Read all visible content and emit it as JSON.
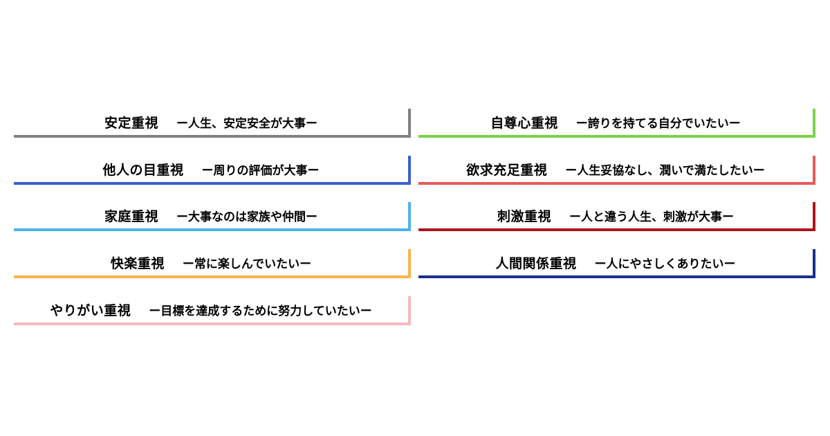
{
  "cards": [
    {
      "title": "安定重視",
      "desc": "ー人生、安定安全が大事ー",
      "color": "#808080"
    },
    {
      "title": "自尊心重視",
      "desc": "ー誇りを持てる自分でいたいー",
      "color": "#7cd14a"
    },
    {
      "title": "他人の目重視",
      "desc": "ー周りの評価が大事ー",
      "color": "#3a5fcf"
    },
    {
      "title": "欲求充足重視",
      "desc": "ー人生妥協なし、潤いで満たしたいー",
      "color": "#e85a5a"
    },
    {
      "title": "家庭重視",
      "desc": "ー大事なのは家族や仲間ー",
      "color": "#4ab4e8"
    },
    {
      "title": "刺激重視",
      "desc": "ー人と違う人生、刺激が大事ー",
      "color": "#b0141c"
    },
    {
      "title": "快楽重視",
      "desc": "ー常に楽しんでいたいー",
      "color": "#f8b44a"
    },
    {
      "title": "人間関係重視",
      "desc": "ー人にやさしくありたいー",
      "color": "#1a2e8a"
    },
    {
      "title": "やりがい重視",
      "desc": "ー目標を達成するために努力していたいー",
      "color": "#f5b8be"
    }
  ]
}
